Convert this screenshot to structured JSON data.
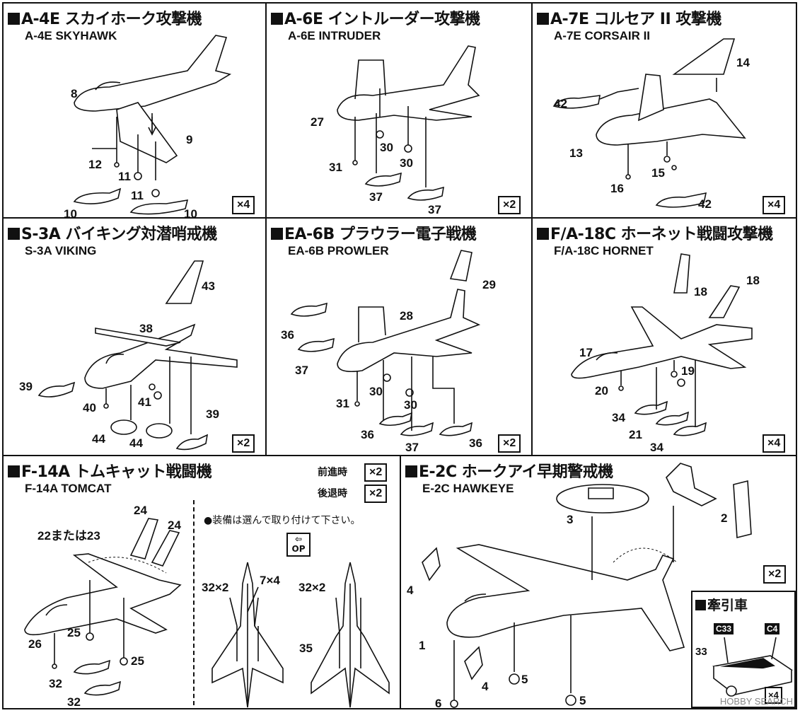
{
  "panels": {
    "a4e": {
      "title": "A-4E スカイホーク攻撃機",
      "subtitle": "A-4E SKYHAWK",
      "qty": "×4",
      "labels": {
        "n8": "8",
        "n9": "9",
        "n12": "12",
        "n11a": "11",
        "n11b": "11",
        "n10a": "10",
        "n10b": "10"
      }
    },
    "a6e": {
      "title": "A-6E イントルーダー攻撃機",
      "subtitle": "A-6E INTRUDER",
      "qty": "×2",
      "labels": {
        "n27": "27",
        "n30a": "30",
        "n30b": "30",
        "n31": "31",
        "n37a": "37",
        "n37b": "37"
      }
    },
    "a7e": {
      "title": "A-7E コルセア II 攻撃機",
      "subtitle": "A-7E CORSAIR II",
      "qty": "×4",
      "labels": {
        "n14": "14",
        "n42a": "42",
        "n13": "13",
        "n15": "15",
        "n16": "16",
        "n42b": "42"
      }
    },
    "s3a": {
      "title": "S-3A バイキング対潜哨戒機",
      "subtitle": "S-3A VIKING",
      "qty": "×2",
      "labels": {
        "n43": "43",
        "n38": "38",
        "n39a": "39",
        "n40": "40",
        "n41": "41",
        "n44a": "44",
        "n44b": "44",
        "n39b": "39"
      }
    },
    "ea6b": {
      "title": "EA-6B プラウラー電子戦機",
      "subtitle": "EA-6B PROWLER",
      "qty": "×2",
      "labels": {
        "n29": "29",
        "n28": "28",
        "n36a": "36",
        "n37a": "37",
        "n30a": "30",
        "n30b": "30",
        "n31": "31",
        "n36b": "36",
        "n37b": "37",
        "n36c": "36"
      }
    },
    "f18c": {
      "title": "F/A-18C ホーネット戦闘攻撃機",
      "subtitle": "F/A-18C HORNET",
      "qty": "×4",
      "labels": {
        "n18a": "18",
        "n18b": "18",
        "n17": "17",
        "n19": "19",
        "n20": "20",
        "n34a": "34",
        "n21": "21",
        "n34b": "34"
      }
    },
    "f14a": {
      "title": "F-14A トムキャット戦闘機",
      "subtitle": "F-14A TOMCAT",
      "qty_fwd_label": "前進時",
      "qty_fwd": "×2",
      "qty_back_label": "後退時",
      "qty_back": "×2",
      "note": "●装備は選んで取り付けて下さい。",
      "op_label": "OP",
      "labels": {
        "n24a": "24",
        "n24b": "24",
        "n2223": "22または23",
        "n25a": "25",
        "n25b": "25",
        "n26": "26",
        "n32a": "32",
        "n32b": "32",
        "n32x2a": "32×2",
        "n7x4": "7×4",
        "n32x2b": "32×2",
        "n35": "35"
      }
    },
    "e2c": {
      "title": "E-2C ホークアイ早期警戒機",
      "subtitle": "E-2C HAWKEYE",
      "qty": "×2",
      "labels": {
        "n3": "3",
        "n2": "2",
        "n4a": "4",
        "n1": "1",
        "n4b": "4",
        "n5a": "5",
        "n5b": "5",
        "n6": "6"
      },
      "tractor": {
        "title": "牽引車",
        "tag_c33": "C33",
        "tag_c4": "C4",
        "n33": "33",
        "qty": "×4"
      }
    }
  },
  "watermark": "HOBBY SEARCH"
}
